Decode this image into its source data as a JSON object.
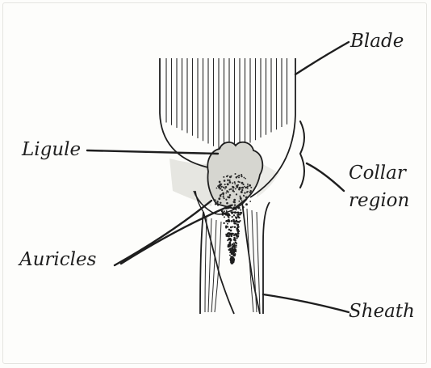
{
  "labels": {
    "blade": "Blade",
    "ligule": "Ligule",
    "collar_line1": "Collar",
    "collar_line2": "region",
    "auricles": "Auricles",
    "sheath": "Sheath"
  },
  "colors": {
    "ink": "#1e1e1e",
    "background": "#fdfdfb",
    "ligule_fill": "#d6d6d0",
    "collar_shade": "#e6e6e1"
  }
}
